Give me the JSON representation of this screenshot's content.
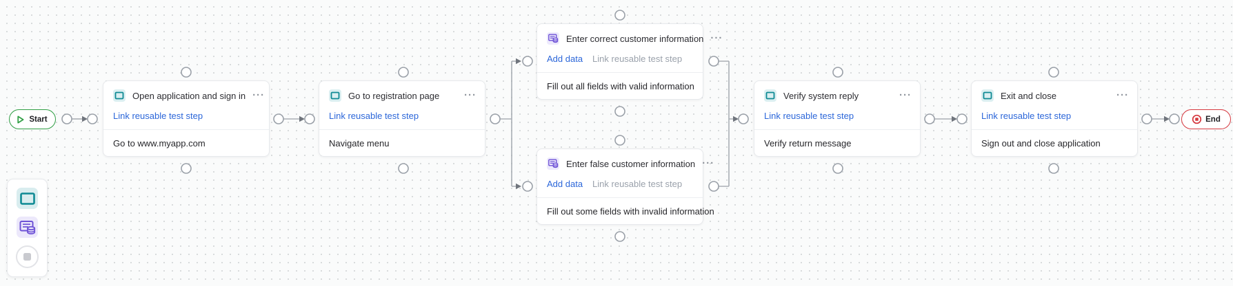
{
  "ui": {
    "more_glyph": "···"
  },
  "colors": {
    "link_blue": "#2b66d9",
    "muted_link": "#9aa1ab",
    "teal": "#0e8a94",
    "teal_bg": "#dbeff1",
    "purple": "#6e52d6",
    "purple_bg": "#edeafc",
    "start_green": "#2f9e44",
    "end_red": "#d6383f"
  },
  "start": {
    "label": "Start"
  },
  "end": {
    "label": "End"
  },
  "cards": [
    {
      "title": "Open application and sign in",
      "icon": "window-icon",
      "actions": [
        {
          "label": "Link reusable test step",
          "enabled": true
        }
      ],
      "body": "Go to www.myapp.com"
    },
    {
      "title": "Go to registration page",
      "icon": "window-icon",
      "actions": [
        {
          "label": "Link reusable test step",
          "enabled": true
        }
      ],
      "body": "Navigate menu"
    },
    {
      "title": "Enter correct customer information",
      "icon": "data-icon",
      "actions": [
        {
          "label": "Add data",
          "enabled": true
        },
        {
          "label": "Link reusable test step",
          "enabled": false
        }
      ],
      "body": "Fill out all fields with valid information"
    },
    {
      "title": "Enter false customer information",
      "icon": "data-icon",
      "actions": [
        {
          "label": "Add data",
          "enabled": true
        },
        {
          "label": "Link reusable test step",
          "enabled": false
        }
      ],
      "body": "Fill out some fields with invalid information"
    },
    {
      "title": "Verify system reply",
      "icon": "window-icon",
      "actions": [
        {
          "label": "Link reusable test step",
          "enabled": true
        }
      ],
      "body": "Verify return message"
    },
    {
      "title": "Exit and close",
      "icon": "window-icon",
      "actions": [
        {
          "label": "Link reusable test step",
          "enabled": true
        }
      ],
      "body": "Sign out and close application"
    }
  ],
  "toolbar": {
    "items": [
      {
        "name": "window-step-tool",
        "disabled": false
      },
      {
        "name": "data-step-tool",
        "disabled": false
      },
      {
        "name": "stop-tool",
        "disabled": true
      }
    ]
  }
}
